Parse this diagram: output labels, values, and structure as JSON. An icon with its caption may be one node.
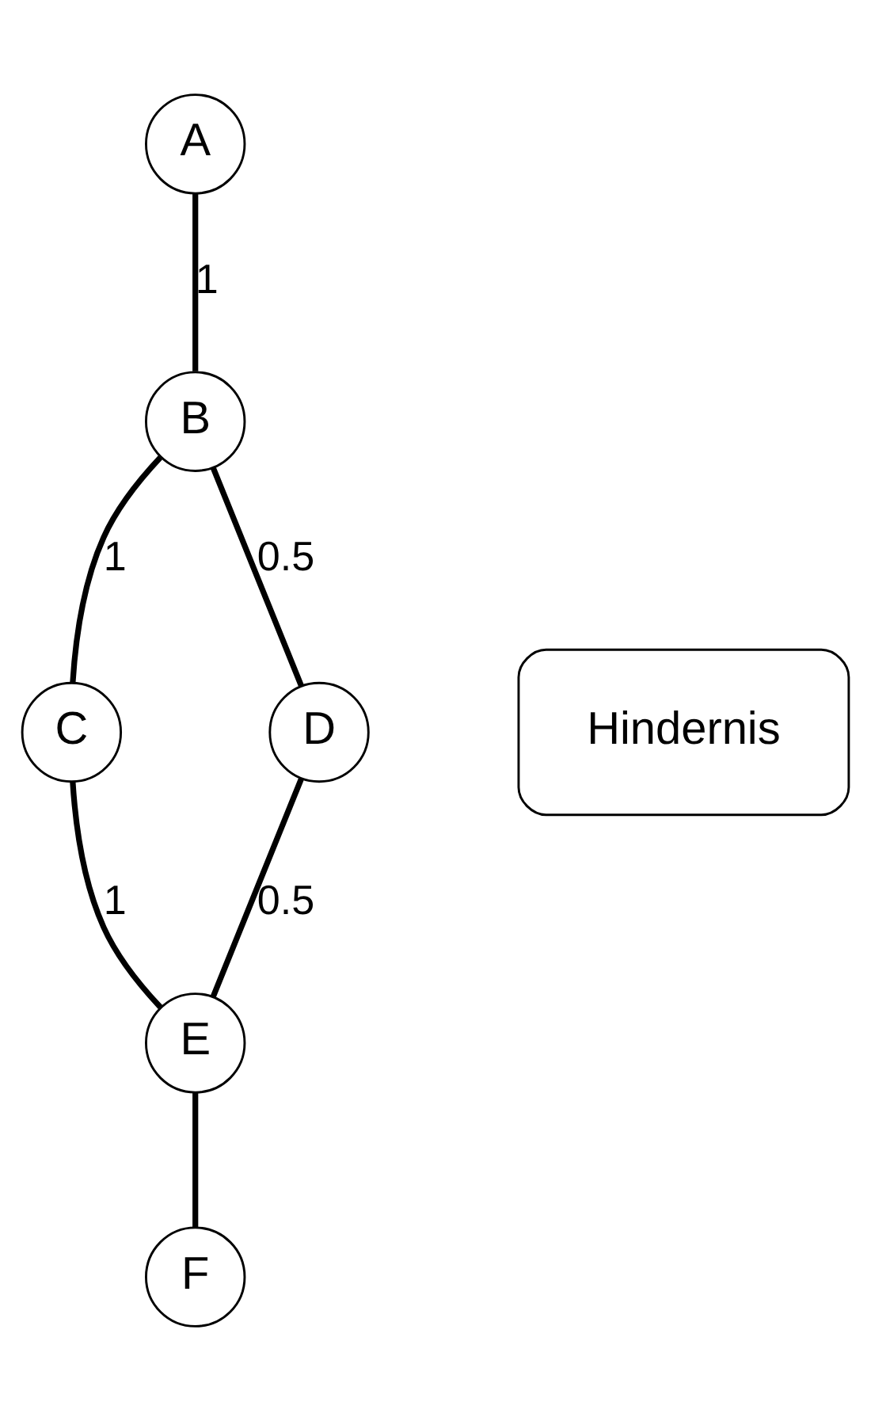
{
  "diagram": {
    "nodes": [
      {
        "text": [
          "A"
        ]
      },
      {
        "text": [
          "B"
        ]
      },
      {
        "text": [
          "C"
        ]
      },
      {
        "text": [
          "Hindernis"
        ]
      },
      {
        "text": [
          "D"
        ]
      },
      {
        "text": [
          "E"
        ]
      },
      {
        "text": [
          "F"
        ]
      }
    ],
    "edges": [
      {
        "from": 0,
        "to": 1,
        "arrow": "none",
        "label": "1"
      },
      {
        "from": 1,
        "to": 2,
        "arrow": "none",
        "label": "1"
      },
      {
        "from": 1,
        "to": 4,
        "arrow": "none",
        "label": "0.5"
      },
      {
        "from": 2,
        "to": 5,
        "arrow": "none",
        "label": "1"
      },
      {
        "from": 4,
        "to": 5,
        "arrow": "none",
        "label": "0.5"
      },
      {
        "from": 5,
        "to": 6,
        "arrow": "none"
      }
    ]
  }
}
